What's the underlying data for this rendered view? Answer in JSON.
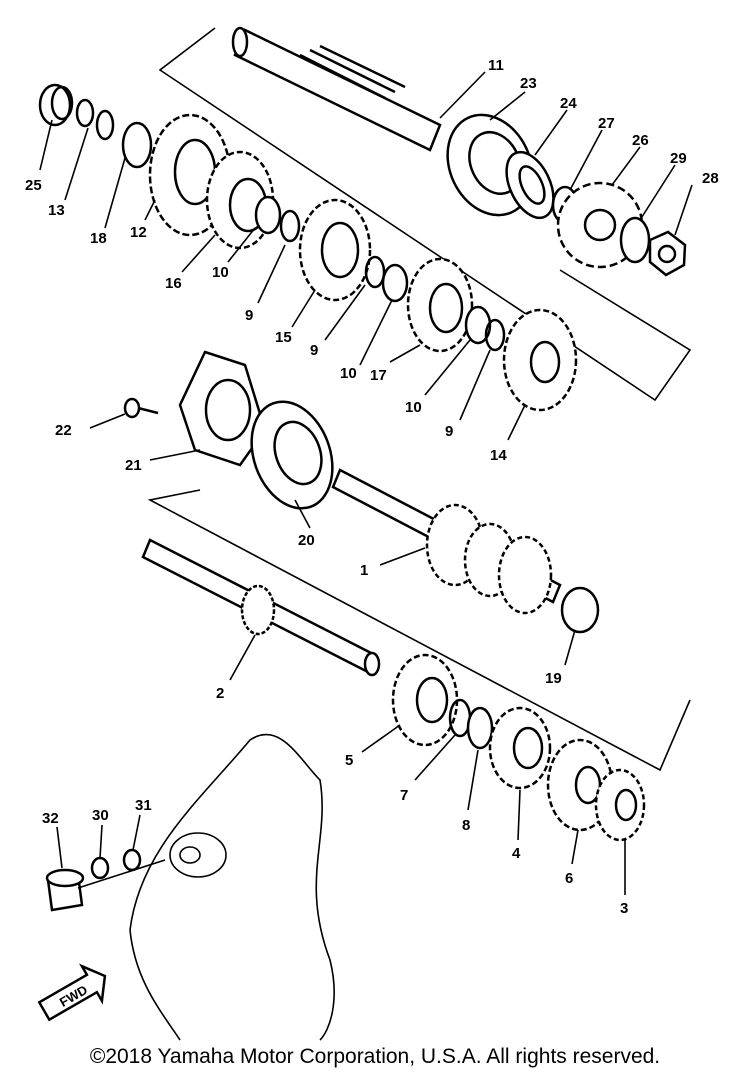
{
  "callouts": [
    "1",
    "2",
    "3",
    "4",
    "5",
    "6",
    "7",
    "8",
    "9",
    "10",
    "11",
    "12",
    "13",
    "14",
    "15",
    "16",
    "17",
    "18",
    "19",
    "20",
    "21",
    "22",
    "23",
    "24",
    "25",
    "26",
    "27",
    "28",
    "29",
    "30",
    "31",
    "32"
  ],
  "label_1": "1",
  "label_2": "2",
  "label_3": "3",
  "label_4": "4",
  "label_5": "5",
  "label_6": "6",
  "label_7": "7",
  "label_8": "8",
  "label_9": "9",
  "label_10": "10",
  "label_11": "11",
  "label_12": "12",
  "label_13": "13",
  "label_14": "14",
  "label_15": "15",
  "label_16": "16",
  "label_17": "17",
  "label_18": "18",
  "label_19": "19",
  "label_20": "20",
  "label_21": "21",
  "label_22": "22",
  "label_23": "23",
  "label_24": "24",
  "label_25": "25",
  "label_26": "26",
  "label_27": "27",
  "label_28": "28",
  "label_29": "29",
  "label_30": "30",
  "label_31": "31",
  "label_32": "32",
  "direction_mark": "FWD",
  "copyright": "©2018 Yamaha Motor Corporation, U.S.A. All rights reserved."
}
